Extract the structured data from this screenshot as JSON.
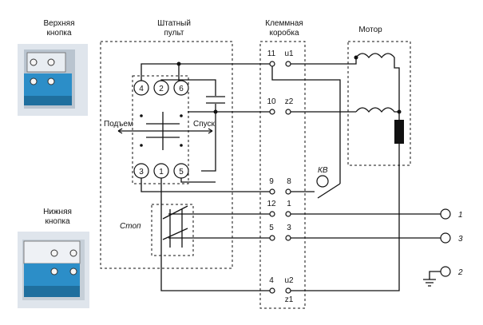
{
  "labels": {
    "top_button": [
      "Верхняя",
      "кнопка"
    ],
    "bottom_button": [
      "Нижняя",
      "кнопка"
    ],
    "panel": [
      "Штатный",
      "пульт"
    ],
    "terminal_box": [
      "Клеммная",
      "коробка"
    ],
    "motor": "Мотор",
    "up": "Подъем",
    "down": "Спуск",
    "stop": "Стоп",
    "limit_switch": "КВ"
  },
  "panel_contacts": {
    "top": [
      "4",
      "2",
      "6"
    ],
    "bottom": [
      "3",
      "1",
      "5"
    ]
  },
  "terminal_rows": [
    {
      "left": "11",
      "right": "u1"
    },
    {
      "left": "10",
      "right": "z2"
    },
    {
      "left": "9",
      "right": "8"
    },
    {
      "left": "12",
      "right": "1"
    },
    {
      "left": "5",
      "right": "3"
    },
    {
      "left": "4",
      "right": "u2"
    }
  ],
  "bottom_row_sub_label": "z1",
  "external_terminals": [
    "1",
    "3",
    "2"
  ]
}
